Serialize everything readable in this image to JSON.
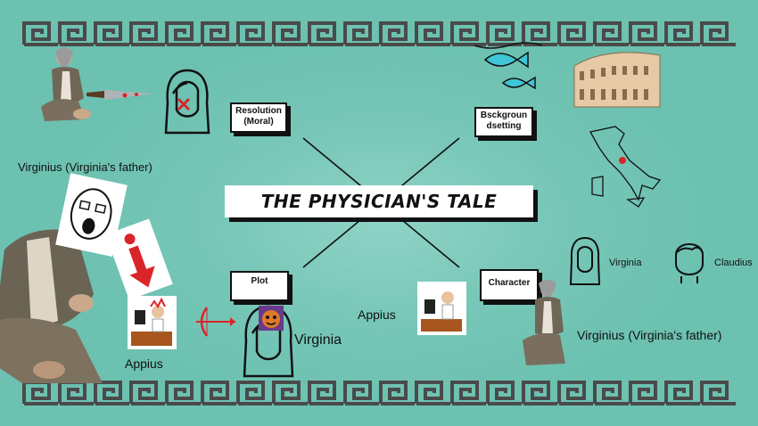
{
  "title": "THE PHYSICIAN'S TALE",
  "boxes": {
    "resolution": "Resolution (Moral)",
    "background": "Bsckgroun dsetting",
    "plot": "Plot",
    "character": "Character"
  },
  "labels": {
    "virginius_top_left": "Virginius  (Virginia's father)",
    "appius_bottom_left": "Appius",
    "virginia_plot": "Virginia",
    "appius_center": "Appius",
    "virginia_right": "Virginia",
    "claudius_right": "Claudius",
    "virginius_right": "Virginius  (Virginia's father)"
  },
  "colors": {
    "background": "#6cc1b0",
    "meander": "#4a4a4a",
    "accent_red": "#d9252a",
    "fish": "#3ec6d6"
  },
  "icons": [
    "meander-border",
    "old-man-figure",
    "knife-icon",
    "woman-face-icon",
    "wojak-face-icon",
    "red-arrow-icon",
    "office-worker-icon",
    "bow-arrow-icon",
    "fish-icon",
    "colosseum-icon",
    "italy-map-icon",
    "man-face-icon"
  ]
}
